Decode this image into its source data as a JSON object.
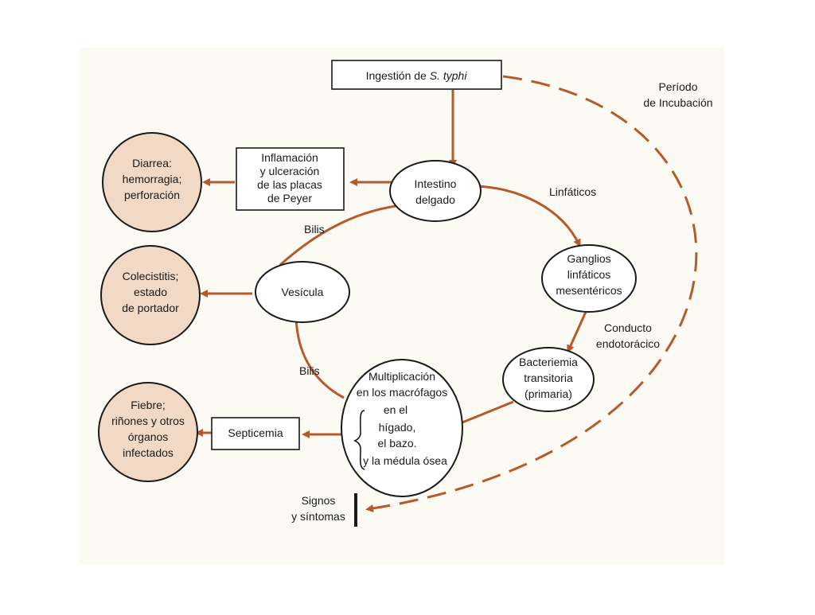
{
  "colors": {
    "arrow": "#b65a2e",
    "outcome_fill": "#f1d9c5",
    "paper": "#fbfaf3"
  },
  "nodes": {
    "ingestion": {
      "line1_prefix": "Ingestión de ",
      "line1_italic": "S. typhi"
    },
    "inflammation": {
      "lines": [
        "Inflamación",
        "y ulceración",
        "de las placas",
        "de Peyer"
      ]
    },
    "intestine": {
      "lines": [
        "Intestino",
        "delgado"
      ]
    },
    "ganglia": {
      "lines": [
        "Ganglios",
        "linfáticos",
        "mesentéricos"
      ]
    },
    "bacteremia": {
      "lines": [
        "Bacteriemia",
        "transitoria",
        "(primaria)"
      ]
    },
    "vesicle": {
      "lines": [
        "Vesícula"
      ]
    },
    "multiplication": {
      "lines": [
        "Multiplicación",
        "en los macrófagos",
        "en el",
        "hígado,",
        "el bazo.",
        "y la médula ósea"
      ]
    },
    "septicemia": {
      "lines": [
        "Septicemia"
      ]
    },
    "diarrhea": {
      "lines": [
        "Diarrea:",
        "hemorragia;",
        "perforación"
      ]
    },
    "cholecystitis": {
      "lines": [
        "Colecistitis;",
        "estado",
        "de portador"
      ]
    },
    "fever": {
      "lines": [
        "Fiebre;",
        "riñones y otros",
        "órganos",
        "infectados"
      ]
    },
    "signs": {
      "lines": [
        "Signos",
        "y síntomas"
      ]
    }
  },
  "labels": {
    "incubation": [
      "Período",
      "de Incubación"
    ],
    "lymphatics": "Linfáticos",
    "duct": [
      "Conducto",
      "endotorácico"
    ],
    "bilis_top": "Bilis",
    "bilis_bottom": "Bilis"
  }
}
